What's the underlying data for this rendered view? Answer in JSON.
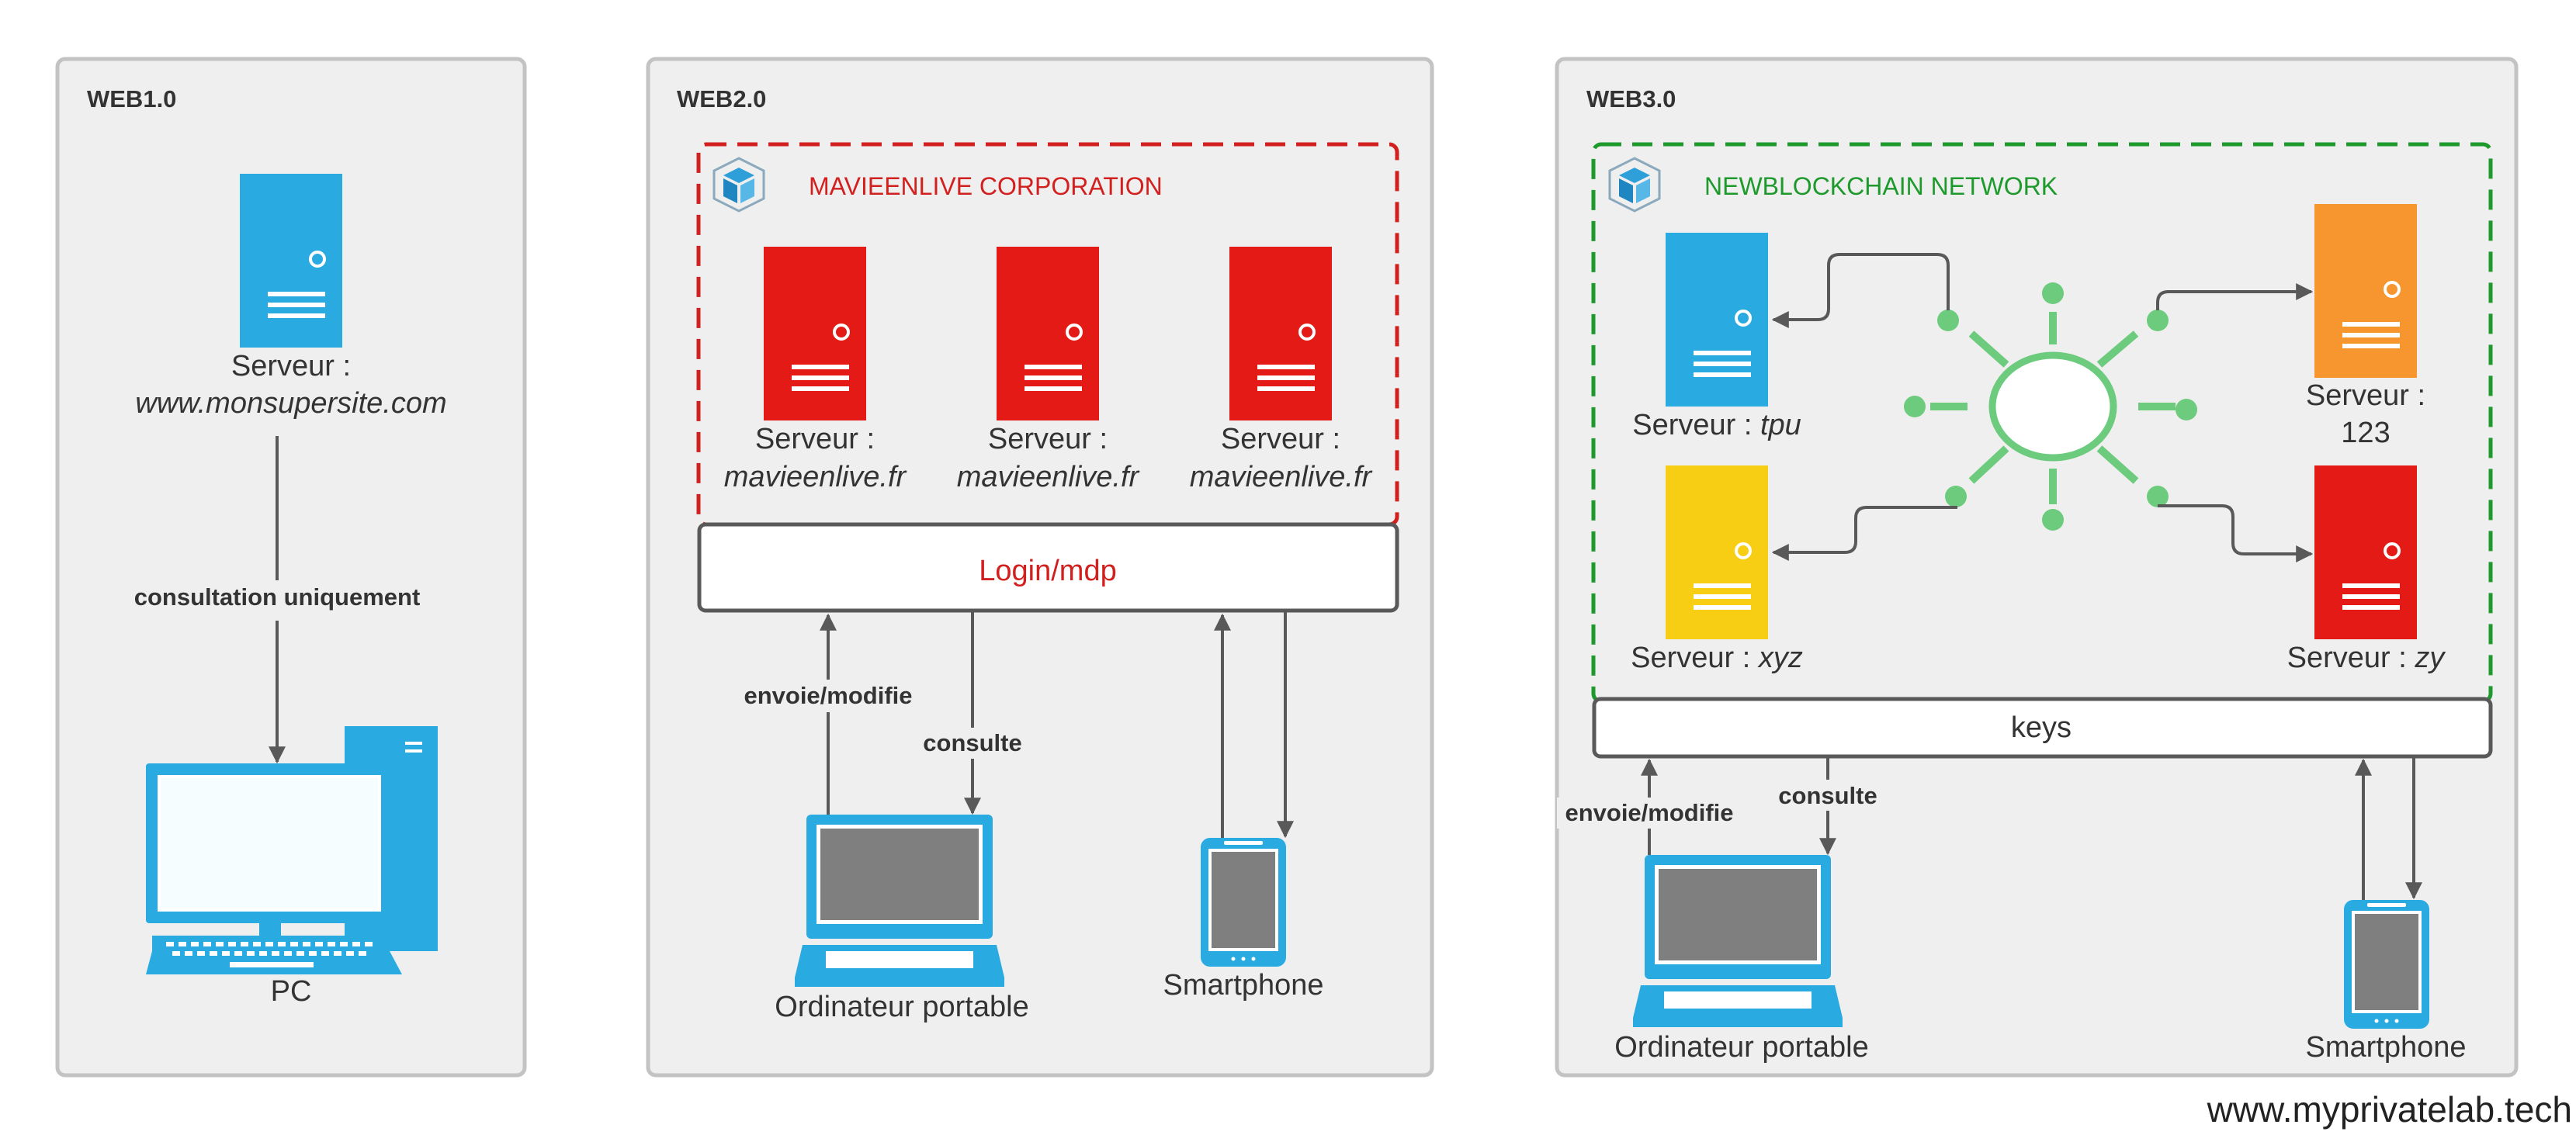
{
  "panels": {
    "web1": {
      "title": "WEB1.0",
      "server_prefix": "Serveur :",
      "server_name": "www.monsupersite.com",
      "edge_label": "consultation uniquement",
      "client_label": "PC"
    },
    "web2": {
      "title": "WEB2.0",
      "group_label": "MAVIEENLIVE CORPORATION",
      "server_prefix": "Serveur :",
      "server_name": "mavieenlive.fr",
      "auth_label": "Login/mdp",
      "send_label": "envoie/modifie",
      "read_label": "consulte",
      "laptop_label": "Ordinateur portable",
      "phone_label": "Smartphone"
    },
    "web3": {
      "title": "WEB3.0",
      "group_label": "NEWBLOCKCHAIN NETWORK",
      "server_prefix": "Serveur :",
      "server_tpu": "tpu",
      "server_123_line1": "Serveur :",
      "server_123_line2": "123",
      "server_xyz": "xyz",
      "server_zy": "zy",
      "keys_label": "keys",
      "send_label": "envoie/modifie",
      "read_label": "consulte",
      "laptop_label": "Ordinateur portable",
      "phone_label": "Smartphone"
    }
  },
  "watermark": "www.myprivatelab.tech",
  "colors": {
    "panel_bg": "#efefef",
    "panel_border": "#c3c3c3",
    "server_blue": "#29abe2",
    "server_red": "#e41a16",
    "server_orange": "#f7962f",
    "server_yellow": "#f7ce14",
    "corp_red": "#d2201f",
    "network_green": "#1e9a2d",
    "hub_green": "#6ccb7c",
    "arrow": "#595959"
  },
  "icons": [
    "server-icon",
    "pc-icon",
    "laptop-icon",
    "smartphone-icon",
    "cube-icon",
    "blockchain-hub-icon"
  ]
}
